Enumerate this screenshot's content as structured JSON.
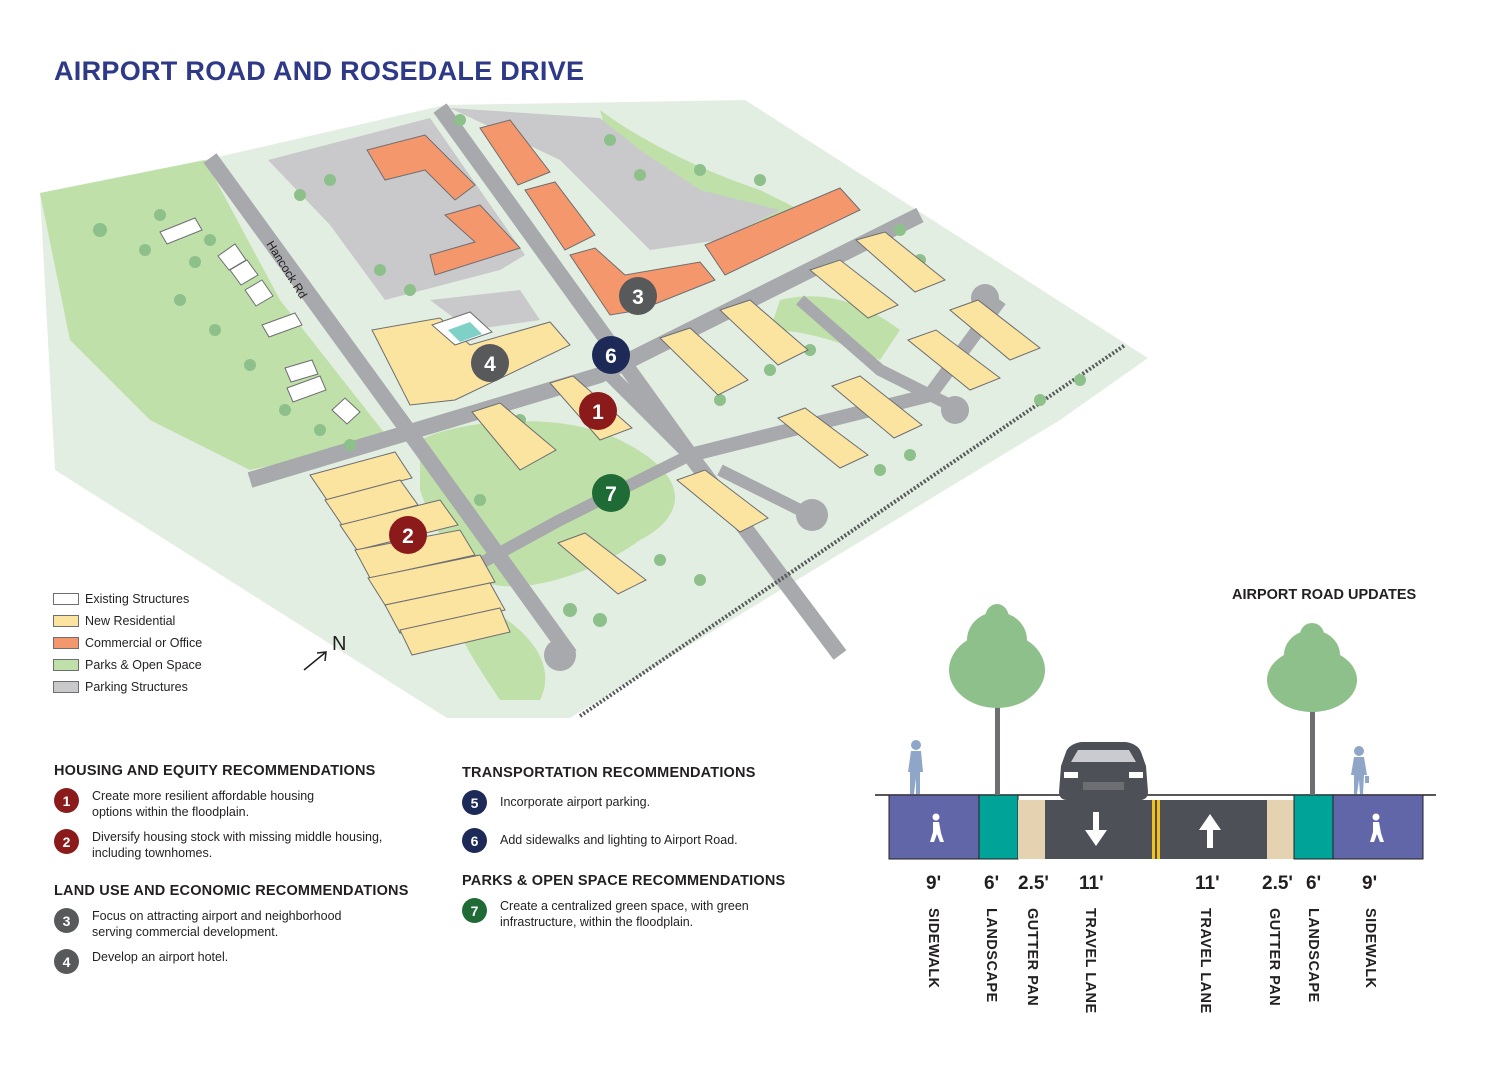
{
  "title": "AIRPORT ROAD AND ROSEDALE DRIVE",
  "map": {
    "road_label": "Hancock Rd",
    "north_label": "N",
    "markers": [
      {
        "number": "1",
        "color": "#8b1a1a"
      },
      {
        "number": "2",
        "color": "#8b1a1a"
      },
      {
        "number": "3",
        "color": "#58595b"
      },
      {
        "number": "4",
        "color": "#58595b"
      },
      {
        "number": "6",
        "color": "#1d2a57"
      },
      {
        "number": "7",
        "color": "#1f6b35"
      }
    ],
    "colors": {
      "ground": "#e3eee2",
      "parks": "#bfe0a9",
      "parking": "#c9c9cb",
      "road": "#a7a9ac",
      "residential": "#fbe3a0",
      "commercial": "#f4976c",
      "existing": "#ffffff",
      "tree": "#8dc08a"
    }
  },
  "legend": [
    {
      "label": "Existing Structures",
      "color": "#ffffff"
    },
    {
      "label": "New Residential",
      "color": "#fbe3a0"
    },
    {
      "label": "Commercial or Office",
      "color": "#f4976c"
    },
    {
      "label": "Parks & Open Space",
      "color": "#bfe0a9"
    },
    {
      "label": "Parking Structures",
      "color": "#c9c9cb"
    }
  ],
  "recommendations": {
    "housing": {
      "heading": "HOUSING AND EQUITY RECOMMENDATIONS",
      "items": [
        {
          "number": "1",
          "color": "#8b1a1a",
          "text": "Create more resilient affordable housing\noptions within the floodplain."
        },
        {
          "number": "2",
          "color": "#8b1a1a",
          "text": "Diversify housing stock with missing middle housing,\nincluding townhomes."
        }
      ]
    },
    "land_use": {
      "heading": "LAND USE AND ECONOMIC RECOMMENDATIONS",
      "items": [
        {
          "number": "3",
          "color": "#58595b",
          "text": "Focus on attracting airport and neighborhood\nserving commercial development."
        },
        {
          "number": "4",
          "color": "#58595b",
          "text": "Develop an airport hotel."
        }
      ]
    },
    "transportation": {
      "heading": "TRANSPORTATION RECOMMENDATIONS",
      "items": [
        {
          "number": "5",
          "color": "#1d2a57",
          "text": "Incorporate airport parking."
        },
        {
          "number": "6",
          "color": "#1d2a57",
          "text": "Add sidewalks and lighting to Airport Road."
        }
      ]
    },
    "parks": {
      "heading": "PARKS & OPEN SPACE RECOMMENDATIONS",
      "items": [
        {
          "number": "7",
          "color": "#1f6b35",
          "text": "Create a centralized green space, with green\ninfrastructure, within the floodplain."
        }
      ]
    }
  },
  "street_section": {
    "title": "AIRPORT ROAD UPDATES",
    "segments": [
      {
        "width": "9'",
        "label": "SIDEWALK"
      },
      {
        "width": "6'",
        "label": "LANDSCAPE"
      },
      {
        "width": "2.5'",
        "label": "GUTTER PAN"
      },
      {
        "width": "11'",
        "label": "TRAVEL LANE"
      },
      {
        "width": "11'",
        "label": "TRAVEL LANE"
      },
      {
        "width": "2.5'",
        "label": "GUTTER PAN"
      },
      {
        "width": "6'",
        "label": "LANDSCAPE"
      },
      {
        "width": "9'",
        "label": "SIDEWALK"
      }
    ],
    "colors": {
      "sidewalk": "#6166a8",
      "landscape": "#00a397",
      "gutter": "#e4d2b0",
      "lane": "#4d5157",
      "centerline": "#f2c21b",
      "tree": "#8dc08a",
      "person": "#8fa6c9"
    }
  }
}
